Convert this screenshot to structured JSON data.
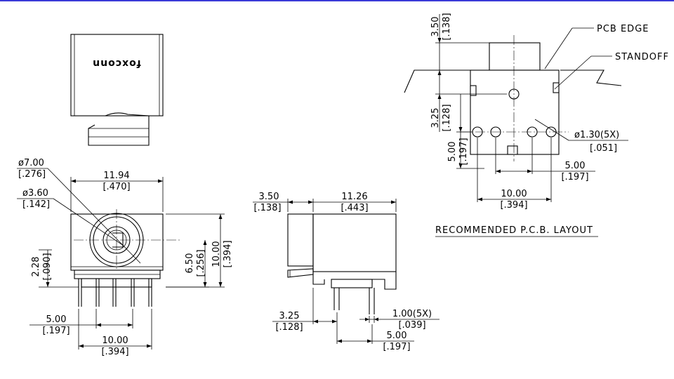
{
  "brand_logo": "foxconn",
  "colors": {
    "line": "#000000",
    "top_rule": "#3a3ad8",
    "background": "#ffffff"
  },
  "front_view": {
    "dia_outer": "ø7.00",
    "dia_outer_in": "[.276]",
    "dia_inner": "ø3.60",
    "dia_inner_in": "[.142]",
    "width": "11.94",
    "width_in": "[.470]",
    "height": "10.00",
    "height_in": "[.394]",
    "center_h": "6.50",
    "center_h_in": "[.256]",
    "base_h": "2.28",
    "base_h_in": "[.090]",
    "pitch": "5.00",
    "pitch_in": "[.197]",
    "span": "10.00",
    "span_in": "[.394]"
  },
  "side_view": {
    "front_len": "3.50",
    "front_len_in": "[.138]",
    "body_len": "11.26",
    "body_len_in": "[.443]",
    "pin_off": "3.25",
    "pin_off_in": "[.128]",
    "pin_dia": "1.00(5X)",
    "pin_dia_in": "[.039]",
    "pin_pitch": "5.00",
    "pin_pitch_in": "[.197]"
  },
  "pcb_layout": {
    "title": "RECOMMENDED P.C.B. LAYOUT",
    "pcb_edge_label": "PCB EDGE",
    "standoff_label": "STANDOFF",
    "overhang": "3.50",
    "overhang_in": "[.138]",
    "row_off": "3.25",
    "row_off_in": "[.128]",
    "row_gap": "5.00",
    "row_gap_in": "[.197]",
    "hole_dia": "ø1.30(5X)",
    "hole_dia_in": "[.051]",
    "pitch": "5.00",
    "pitch_in": "[.197]",
    "span": "10.00",
    "span_in": "[.394]"
  }
}
